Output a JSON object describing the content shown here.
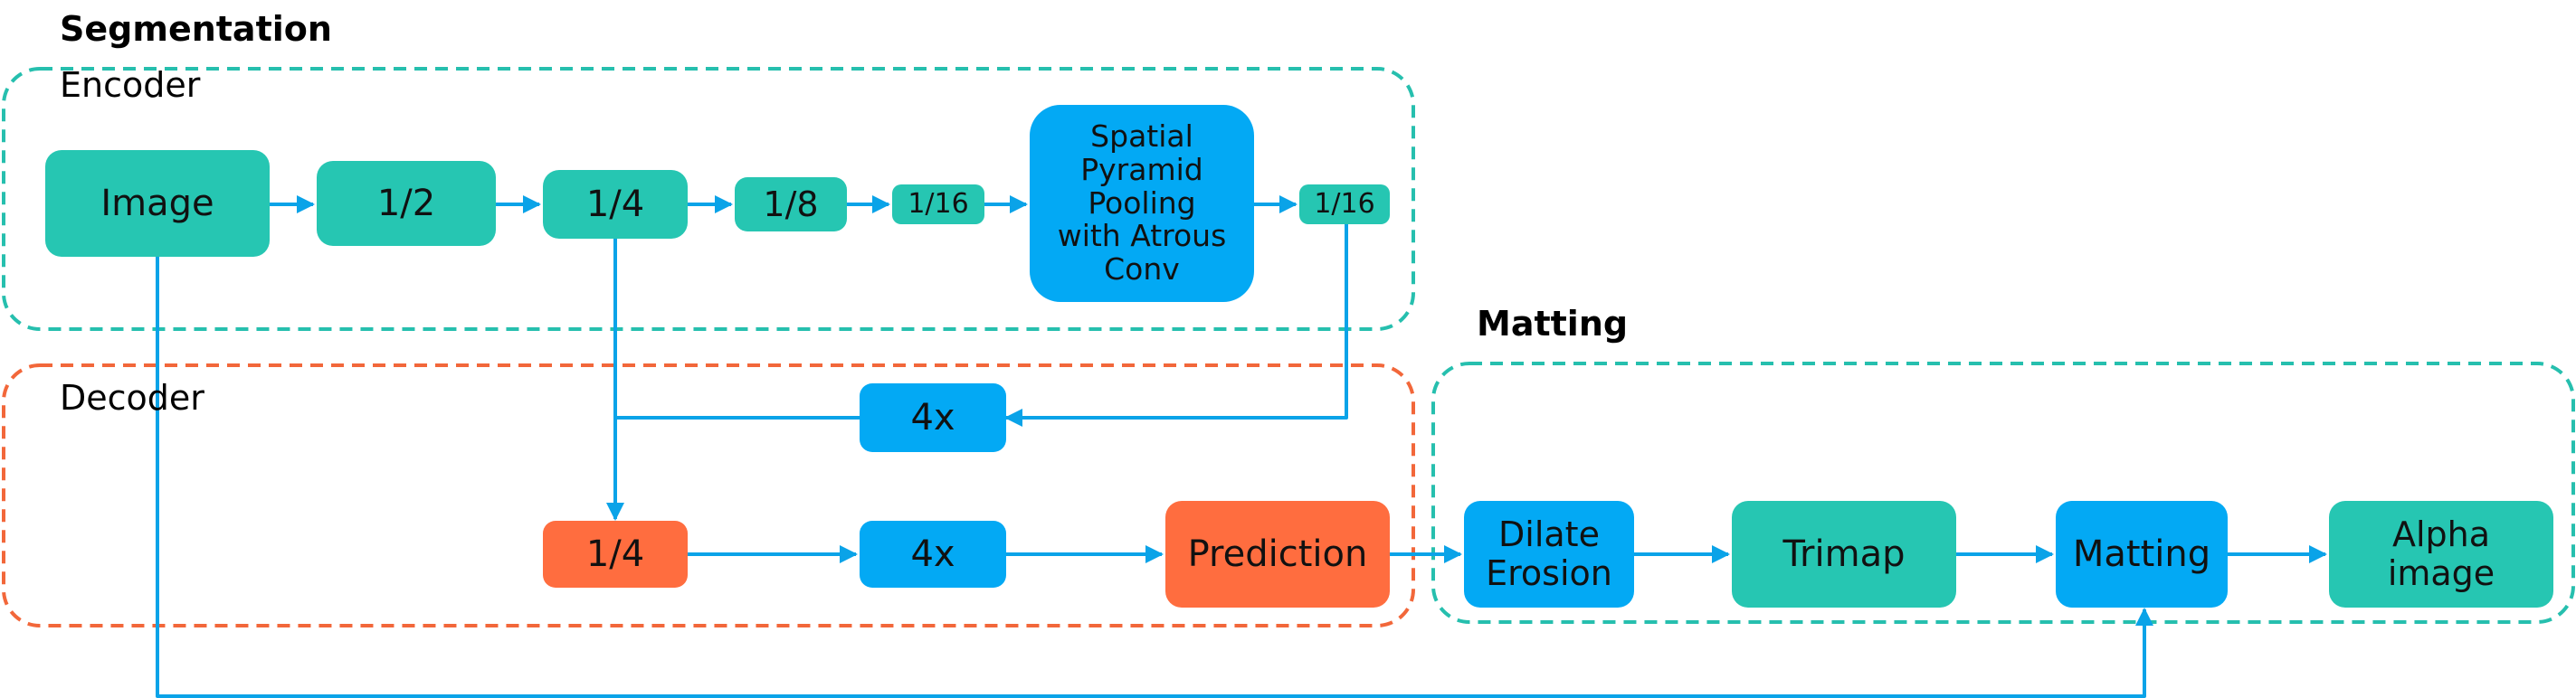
{
  "colors": {
    "teal": "#26c6b2",
    "blue": "#03a9f4",
    "orange": "#ff6d3f",
    "arrow": "#0aa3e8",
    "region_teal": "#26bfae",
    "region_orange": "#f2673a"
  },
  "sections": {
    "segmentation": "Segmentation",
    "matting": "Matting"
  },
  "groups": {
    "encoder": "Encoder",
    "decoder": "Decoder"
  },
  "nodes": {
    "image": "Image",
    "half": "1/2",
    "quarter": "1/4",
    "eighth": "1/8",
    "sixteenth_a": "1/16",
    "aspp": "Spatial\nPyramid\nPooling\nwith Atrous\nConv",
    "sixteenth_b": "1/16",
    "up4_top": "4x",
    "dec_quarter": "1/4",
    "up4_bottom": "4x",
    "prediction": "Prediction",
    "dilate_erosion": "Dilate\nErosion",
    "trimap": "Trimap",
    "matting": "Matting",
    "alpha_image": "Alpha\nimage"
  }
}
